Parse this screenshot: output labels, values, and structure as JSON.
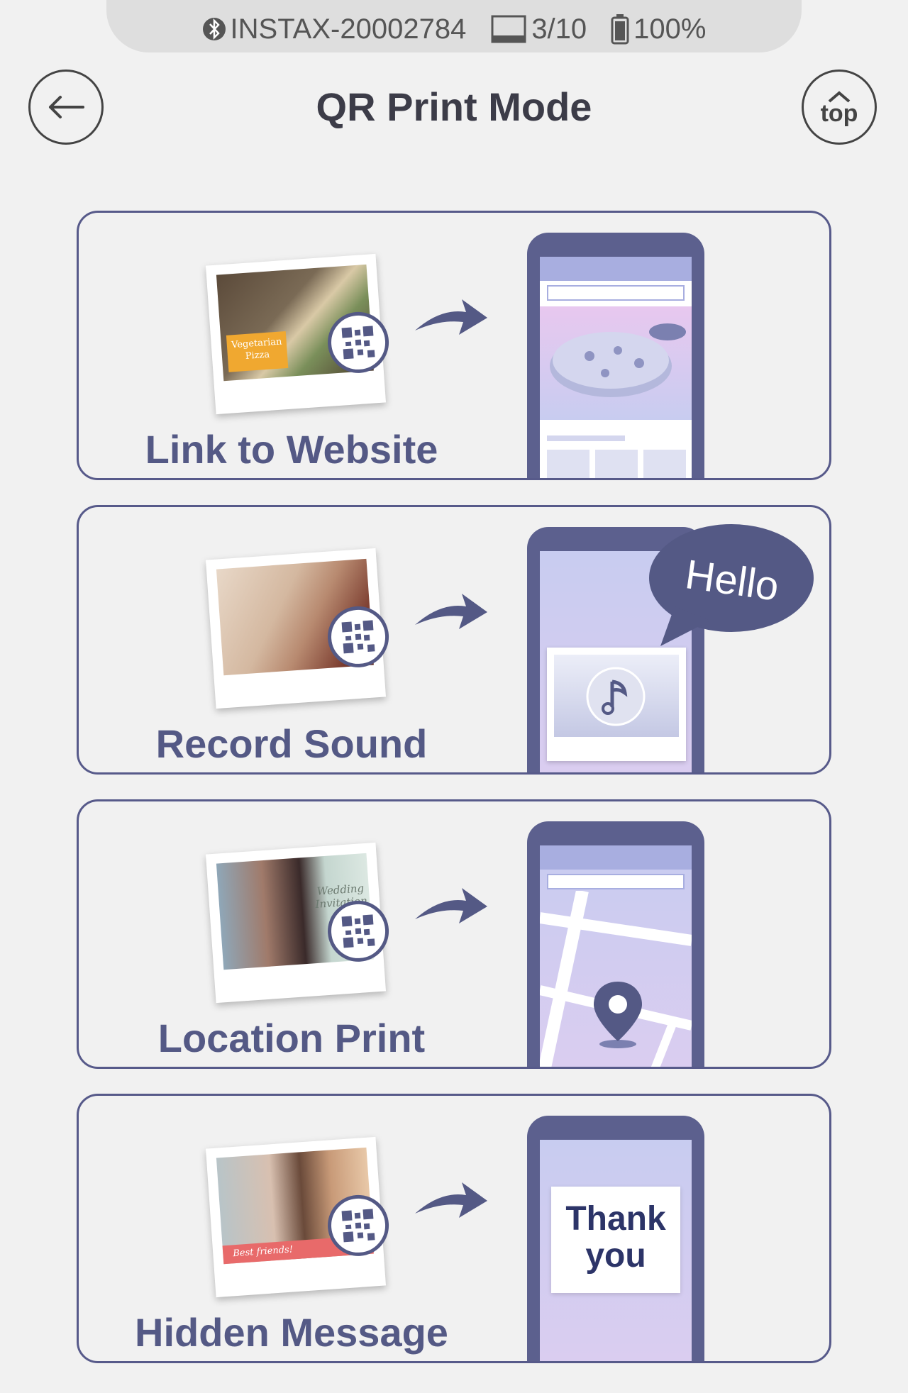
{
  "status": {
    "device": "INSTAX-20002784",
    "prints": "3/10",
    "battery": "100%"
  },
  "header": {
    "title": "QR Print Mode",
    "top_label": "top"
  },
  "modes": [
    {
      "label": "Link to Website",
      "photo_caption": "Vegetarian Pizza"
    },
    {
      "label": "Record Sound",
      "bubble_text": "Hello"
    },
    {
      "label": "Location Print",
      "photo_caption": "Wedding Invitation"
    },
    {
      "label": "Hidden Message",
      "photo_caption": "Best friends!",
      "message_line1": "Thank",
      "message_line2": "you"
    }
  ],
  "colors": {
    "accent": "#545985",
    "background": "#f1f1f1"
  }
}
